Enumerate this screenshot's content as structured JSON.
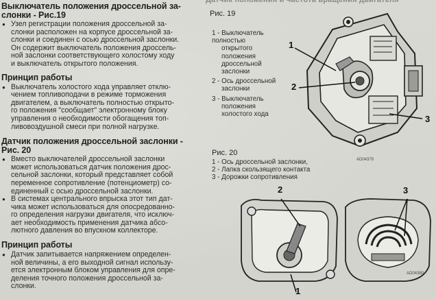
{
  "header_ghost": "Датчик положения и частота вращения двигателя",
  "left": {
    "heading1": [
      "Выключатель положения дроссельной за-",
      "слонки - Рис.19"
    ],
    "p1": [
      "Узел регистрации положения дроссельной за-",
      "слонки расположен на корпусе дроссельной за-",
      "слонки и соединен с осью дроссельной заслонки.",
      "Он содержит выключатель положения дроссель-",
      "ной заслонки соответствующего холостому ходу",
      "и выключатель открытого положения."
    ],
    "heading2": "Принцип работы",
    "p2": [
      "Выключатель холостого хода управляет отклю-",
      "чением топливоподачи в режиме торможения",
      "двигателем, а выключатель полностью открыто-",
      "го положения \"сообщает\" электронному блоку",
      "управления о необходимости обогащения топ-",
      "ливовоздушной смеси при полной нагрузке."
    ],
    "heading3": [
      "Датчик положения дроссельной заслонки -",
      "Рис. 20"
    ],
    "p3": [
      "Вместо выключателей дроссельной заслонки",
      "может использоваться датчик положения дрос-",
      "сельной заслонки, который представляет собой",
      "переменное сопротивление (потенциометр) со-",
      "единенный с осью дроссельной заслонки."
    ],
    "p4": [
      "В системах центрального впрыска этот тип дат-",
      "чика может использоваться для опосредованно-",
      "го определения нагрузки двигателя, что исключ-",
      "ает необходимость применения датчика абсо-",
      "лютного давления во впускном коллекторе."
    ],
    "heading4": "Принцип работы",
    "p5": [
      "Датчик запитывается напряжением определен-",
      "ной величины, а его выходной сигнал использу-",
      "ется электронным блоком управления для опре-",
      "деления точного положения дроссельной за-",
      "слонки."
    ]
  },
  "fig19": {
    "title": "Рис. 19",
    "legend": [
      "1 - Выключатель полностью",
      "открытого",
      "положения",
      "дроссельной",
      "заслонки",
      "2 - Ось дроссельной",
      "заслонки",
      "3 - Выключатель",
      "положения",
      "холостого хода"
    ],
    "callouts": [
      "1",
      "2",
      "3"
    ],
    "code": "AD04379"
  },
  "fig20": {
    "title": "Рис. 20",
    "legend": [
      "1 - Ось дроссельной заслонки,",
      "2 - Лапка скользящего контакта",
      "3 - Дорожки сопротивления"
    ],
    "callouts": [
      "2",
      "3",
      "1"
    ],
    "code": "AD04380"
  }
}
